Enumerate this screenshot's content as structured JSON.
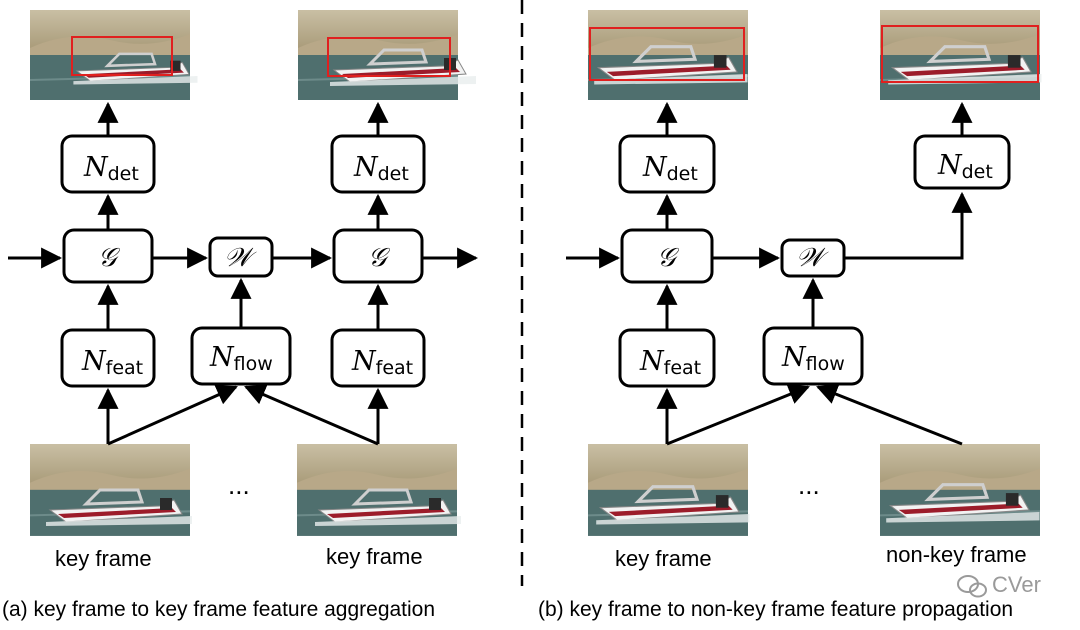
{
  "panel_a": {
    "caption": "(a)  key frame to key frame feature aggregation",
    "frame_labels": [
      "key frame",
      "key frame"
    ],
    "ellipsis": "...",
    "nodes": {
      "det": {
        "main": "N",
        "sub": "det"
      },
      "feat": {
        "main": "N",
        "sub": "feat"
      },
      "flow": {
        "main": "N",
        "sub": "flow"
      },
      "aggregate": "𝒢",
      "warp": "𝒲"
    }
  },
  "panel_b": {
    "caption": "(b)  key frame to non-key frame feature propagation",
    "frame_labels": [
      "key frame",
      "non-key frame"
    ],
    "ellipsis": "...",
    "nodes": {
      "det": {
        "main": "N",
        "sub": "det"
      },
      "feat": {
        "main": "N",
        "sub": "feat"
      },
      "flow": {
        "main": "N",
        "sub": "flow"
      },
      "aggregate": "𝒢",
      "warp": "𝒲"
    }
  },
  "watermark": "CVer",
  "colors": {
    "detection_box": "#e0201f",
    "water": "#4f6f6e",
    "hillside": "#b8a888"
  }
}
